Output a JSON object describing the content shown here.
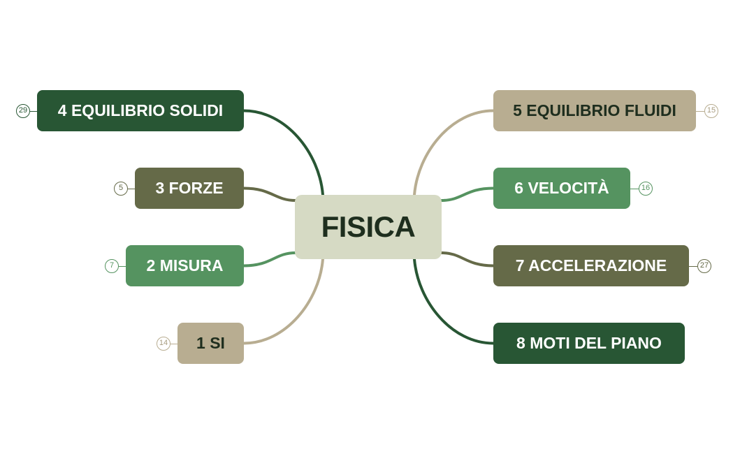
{
  "center": {
    "label": "FISICA"
  },
  "colors": {
    "center_bg": "#d6dac4",
    "dark_green": "#285634",
    "olive": "#656a48",
    "medium_green": "#559360",
    "tan": "#b8ad91"
  },
  "topics": [
    {
      "label": "4 EQUILIBRIO SOLIDI",
      "count": "29",
      "color": "#285634",
      "text_color": "#ffffff",
      "side": "left"
    },
    {
      "label": "3 FORZE",
      "count": "5",
      "color": "#656a48",
      "text_color": "#ffffff",
      "side": "left"
    },
    {
      "label": "2 MISURA",
      "count": "7",
      "color": "#559360",
      "text_color": "#ffffff",
      "side": "left"
    },
    {
      "label": "1 SI",
      "count": "14",
      "color": "#b8ad91",
      "text_color": "#1e2e1e",
      "side": "left"
    },
    {
      "label": "5 EQUILIBRIO FLUIDI",
      "count": "15",
      "color": "#b8ad91",
      "text_color": "#1e2e1e",
      "side": "right"
    },
    {
      "label": "6 VELOCITÀ",
      "count": "16",
      "color": "#559360",
      "text_color": "#ffffff",
      "side": "right"
    },
    {
      "label": "7 ACCELERAZIONE",
      "count": "27",
      "color": "#656a48",
      "text_color": "#ffffff",
      "side": "right"
    },
    {
      "label": "8 MOTI DEL PIANO",
      "count": "",
      "color": "#285634",
      "text_color": "#ffffff",
      "side": "right"
    }
  ]
}
